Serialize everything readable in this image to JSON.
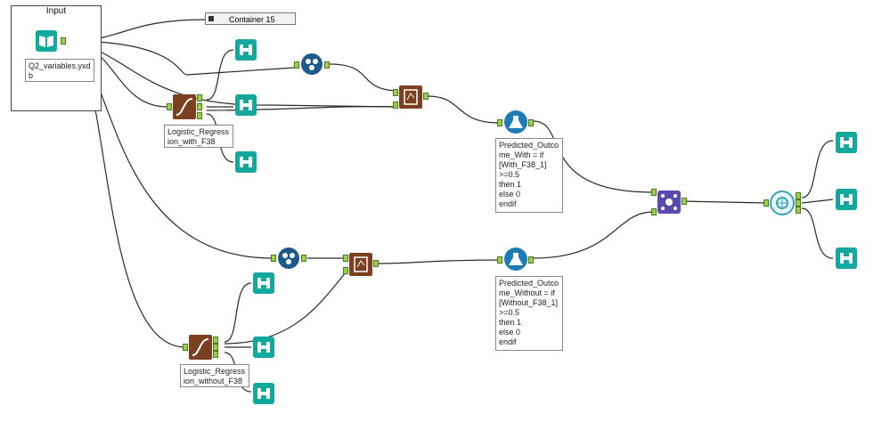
{
  "canvas": {
    "input_container_title": "Input",
    "container15_label": "Container 15",
    "tools": {
      "input_file": "Q2_variables.yxdb",
      "logreg_with": "Logistic_Regression_with_F38",
      "logreg_without": "Logistic_Regression_without_F38",
      "formula_with": "Predicted_Outcome_With = if\n[With_F38_1]\n>=0.5\nthen 1\nelse 0\nendif",
      "formula_without": "Predicted_Outcome_Without = if\n[Without_F38_1]\n>=0.5\nthen 1\nelse 0\nendif"
    }
  },
  "colors": {
    "browse_tool": "#13a89e",
    "model_tool": "#7b4020",
    "record_id_tool": "#1d5a87",
    "formula_tool": "#1f7bb8",
    "join_tool": "#5a4ab0",
    "anchor": "#9ccf4a"
  },
  "icons": {
    "input": "book-icon",
    "browse": "binoculars-icon",
    "logistic": "s-curve-icon",
    "record_id": "numbered-circle-icon",
    "score": "score-icon",
    "formula": "flask-icon",
    "join": "join-multiple-icon",
    "confusion": "lens-icon"
  }
}
